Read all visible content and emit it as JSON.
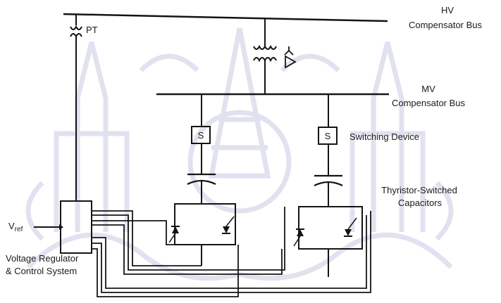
{
  "labels": {
    "hv_bus": [
      "HV",
      "Compensator Bus"
    ],
    "mv_bus": [
      "MV",
      "Compensator Bus"
    ],
    "pt": "PT",
    "switch_symbol": "S",
    "switching_device": "Switching Device",
    "tsc": [
      "Thyristor-Switched",
      "Capacitors"
    ],
    "vref": "V",
    "vref_sub": "ref",
    "regulator": [
      "Voltage Regulator",
      "& Control System"
    ]
  },
  "colors": {
    "ink": "#141414",
    "watermark": "#c9cbe2"
  },
  "watermark_icon": "temple-emblem-icon"
}
